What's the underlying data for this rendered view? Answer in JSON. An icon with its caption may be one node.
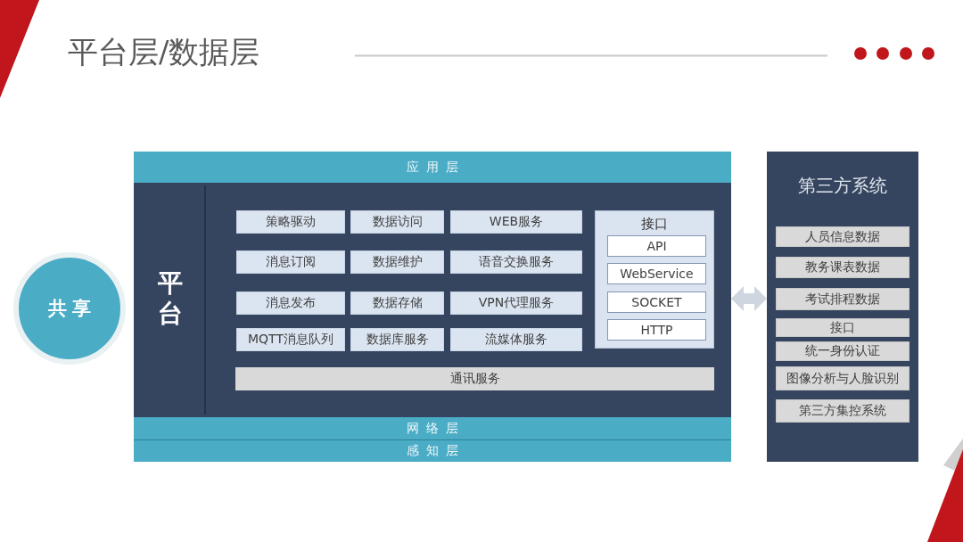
{
  "diagram": {
    "title": "平台层/数据层",
    "nodes": [
      {
        "text": [
          "共享"
        ]
      },
      {
        "text": [
          "应用层"
        ]
      },
      {
        "text": [
          "平台"
        ]
      },
      {
        "text": [
          "策略驱动"
        ],
        "in": 2
      },
      {
        "text": [
          "数据访问"
        ],
        "in": 2
      },
      {
        "text": [
          "WEB服务"
        ],
        "in": 2
      },
      {
        "text": [
          "消息订阅"
        ],
        "in": 2
      },
      {
        "text": [
          "数据维护"
        ],
        "in": 2
      },
      {
        "text": [
          "语音交换服务"
        ],
        "in": 2
      },
      {
        "text": [
          "消息发布"
        ],
        "in": 2
      },
      {
        "text": [
          "数据存储"
        ],
        "in": 2
      },
      {
        "text": [
          "VPN代理服务"
        ],
        "in": 2
      },
      {
        "text": [
          "MQTT消息队列"
        ],
        "in": 2
      },
      {
        "text": [
          "数据库服务"
        ],
        "in": 2
      },
      {
        "text": [
          "流媒体服务"
        ],
        "in": 2
      },
      {
        "text": [
          "接口"
        ],
        "in": 2
      },
      {
        "text": [
          "API"
        ],
        "in": 15
      },
      {
        "text": [
          "WebService"
        ],
        "in": 15
      },
      {
        "text": [
          "SOCKET"
        ],
        "in": 15
      },
      {
        "text": [
          "HTTP"
        ],
        "in": 15
      },
      {
        "text": [
          "通讯服务"
        ],
        "in": 2
      },
      {
        "text": [
          "网络层"
        ]
      },
      {
        "text": [
          "感知层"
        ]
      },
      {
        "text": [
          "第三方系统"
        ]
      },
      {
        "text": [
          "人员信息数据"
        ],
        "in": 23
      },
      {
        "text": [
          "教务课表数据"
        ],
        "in": 23
      },
      {
        "text": [
          "考试排程数据"
        ],
        "in": 23
      },
      {
        "text": [
          "接口"
        ],
        "in": 23
      },
      {
        "text": [
          "统一身份认证"
        ],
        "in": 23
      },
      {
        "text": [
          "图像分析与人脸识别"
        ],
        "in": 23
      },
      {
        "text": [
          "第三方集控系统"
        ],
        "in": 23
      }
    ],
    "edges": [
      {
        "from": 2,
        "to": 23,
        "arrow": "both"
      }
    ]
  }
}
